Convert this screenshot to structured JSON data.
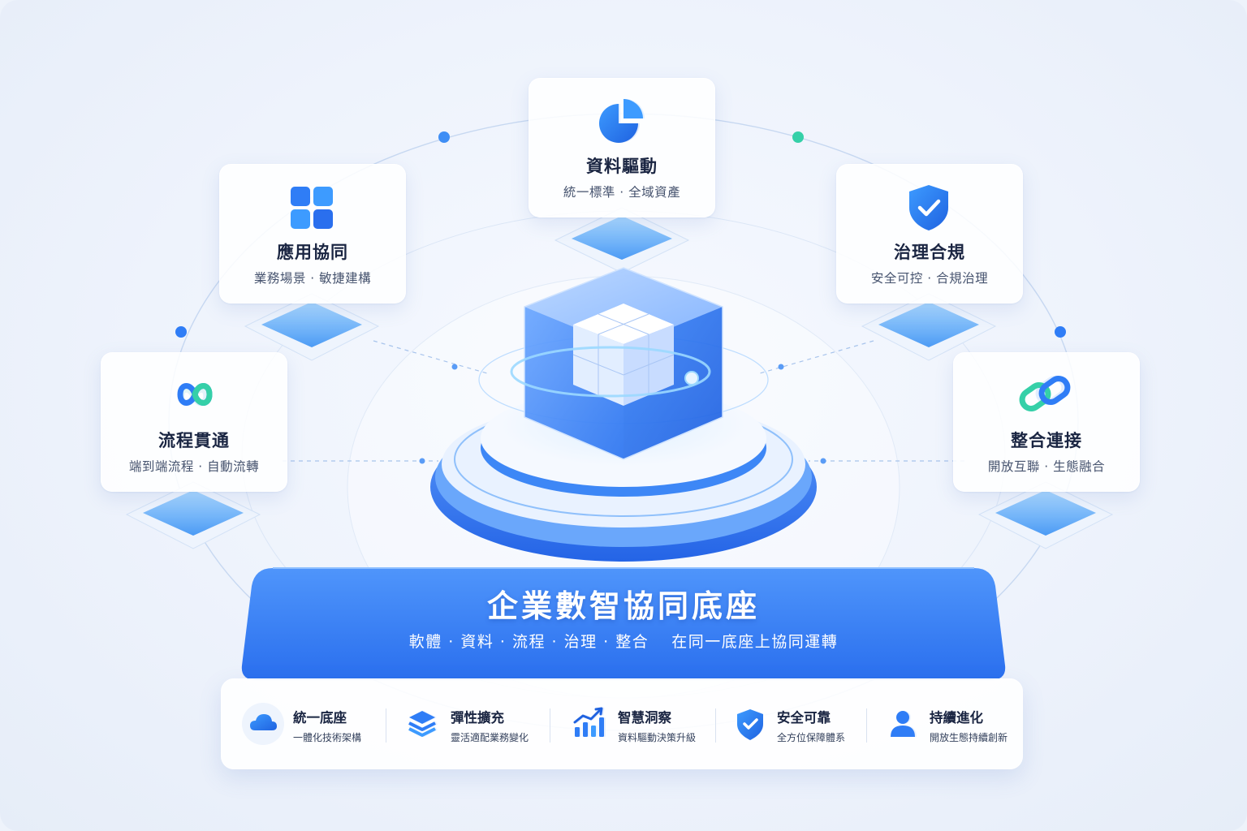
{
  "modules": [
    {
      "id": "process",
      "title": "流程貫通",
      "subtitle": "端到端流程 · 自動流轉",
      "icon": "infinity-icon"
    },
    {
      "id": "application",
      "title": "應用協同",
      "subtitle": "業務場景 · 敏捷建構",
      "icon": "app-grid-icon"
    },
    {
      "id": "data",
      "title": "資料驅動",
      "subtitle": "統一標準 · 全域資產",
      "icon": "pie-chart-icon"
    },
    {
      "id": "governance",
      "title": "治理合規",
      "subtitle": "安全可控 · 合規治理",
      "icon": "shield-check-icon"
    },
    {
      "id": "integration",
      "title": "整合連接",
      "subtitle": "開放互聯 · 生態融合",
      "icon": "link-icon"
    }
  ],
  "platform": {
    "title": "企業數智協同底座",
    "subtitle": "軟體 · 資料 · 流程 · 治理 · 整合　 在同一底座上協同運轉"
  },
  "features": [
    {
      "title": "統一底座",
      "subtitle": "一體化技術架構",
      "icon": "cloud-icon"
    },
    {
      "title": "彈性擴充",
      "subtitle": "靈活適配業務變化",
      "icon": "layers-icon"
    },
    {
      "title": "智慧洞察",
      "subtitle": "資料驅動決策升級",
      "icon": "trend-chart-icon"
    },
    {
      "title": "安全可靠",
      "subtitle": "全方位保障體系",
      "icon": "shield-icon"
    },
    {
      "title": "持續進化",
      "subtitle": "開放生態持續創新",
      "icon": "user-icon"
    }
  ],
  "colors": {
    "primary": "#2f7df6",
    "deep": "#1f62e0",
    "cyan": "#29c1f2",
    "teal": "#35d0a8",
    "text": "#1a2542"
  }
}
